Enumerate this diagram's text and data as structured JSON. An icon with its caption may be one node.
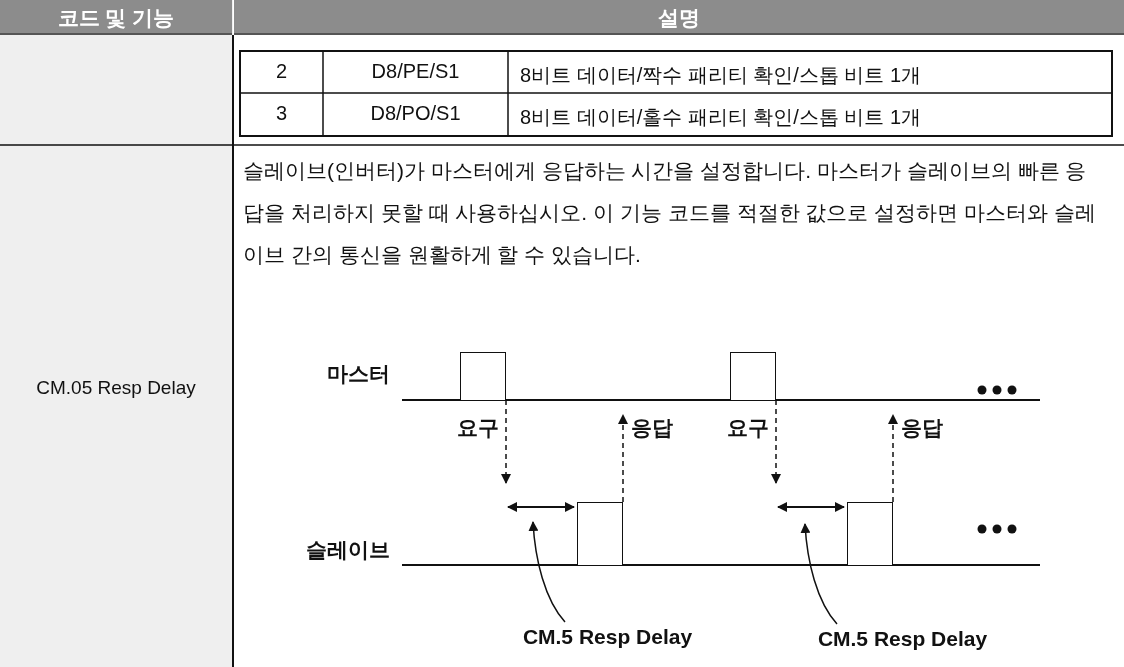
{
  "diagram": {
    "nodes": [
      {
        "text": [],
        "shape": "box"
      },
      {
        "text": [],
        "shape": "box"
      },
      {
        "text": [],
        "shape": "box"
      },
      {
        "text": [],
        "shape": "box"
      },
      {
        "text": [
          "CM.5 Resp Delay"
        ]
      },
      {
        "text": [
          "CM.5 Resp Delay"
        ]
      }
    ],
    "edges": [
      {
        "from": 0,
        "to": null,
        "arrow": "to",
        "style": "dashed",
        "label": "요구"
      },
      {
        "from": 2,
        "to": null,
        "arrow": "to",
        "style": "dashed",
        "label": "응답"
      },
      {
        "from": 1,
        "to": null,
        "arrow": "to",
        "style": "dashed",
        "label": "요구"
      },
      {
        "from": 3,
        "to": null,
        "arrow": "to",
        "style": "dashed",
        "label": "응답"
      },
      {
        "from": 4,
        "to": null,
        "arrow": "to"
      },
      {
        "from": 5,
        "to": null,
        "arrow": "to"
      }
    ],
    "labels": [
      "코드 및 기능",
      "설명",
      "2",
      "D8/PE/S1",
      "8비트 데이터/짝수 패리티 확인/스톱 비트 1개",
      "3",
      "D8/PO/S1",
      "8비트 데이터/홀수 패리티 확인/스톱 비트 1개",
      "CM.05 Resp Delay",
      "슬레이브(인버터)가 마스터에게 응답하는 시간을 설정합니다. 마스터가 슬레이브의 빠른 응답을 처리하지 못할 때 사용하십시오. 이 기능 코드를 적절한 값으로 설정하면 마스터와 슬레이브 간의 통신을 원활하게 할 수 있습니다.",
      "마스터",
      "슬레이브"
    ]
  }
}
